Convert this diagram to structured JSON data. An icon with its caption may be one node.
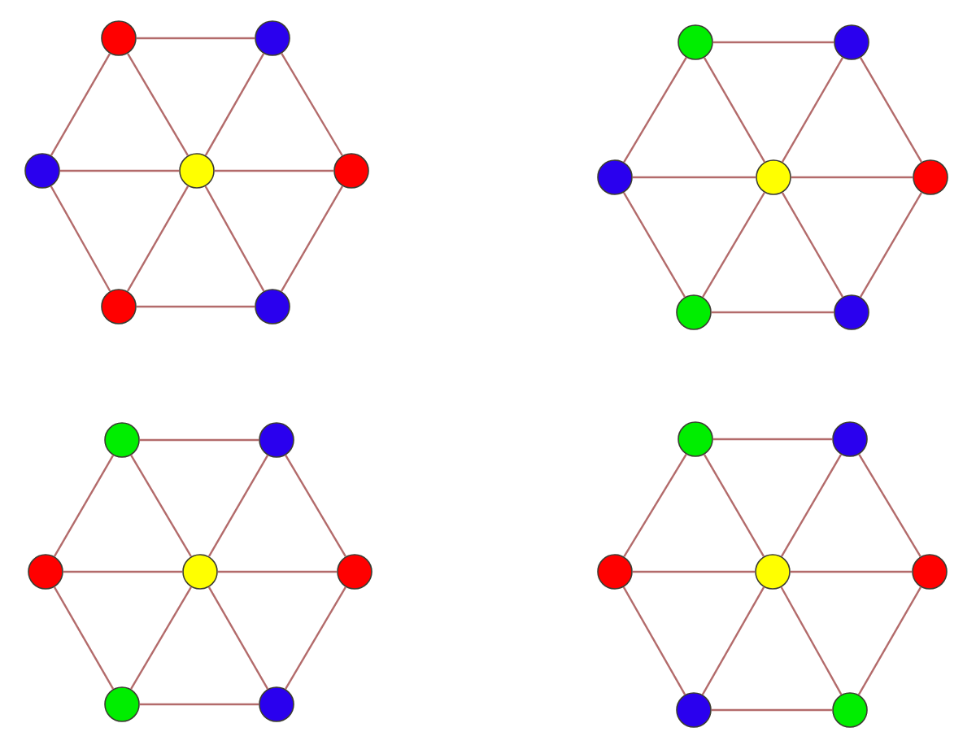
{
  "diagram": {
    "nodes": [
      {
        "text": [],
        "shape": "circle"
      },
      {
        "text": [],
        "shape": "circle"
      },
      {
        "text": [],
        "shape": "circle"
      },
      {
        "text": [],
        "shape": "circle"
      },
      {
        "text": [],
        "shape": "circle"
      },
      {
        "text": [],
        "shape": "circle"
      },
      {
        "text": [],
        "shape": "circle"
      },
      {
        "text": [],
        "shape": "circle"
      },
      {
        "text": [],
        "shape": "circle"
      },
      {
        "text": [],
        "shape": "circle"
      },
      {
        "text": [],
        "shape": "circle"
      },
      {
        "text": [],
        "shape": "circle"
      },
      {
        "text": [],
        "shape": "circle"
      },
      {
        "text": [],
        "shape": "circle"
      },
      {
        "text": [],
        "shape": "circle"
      },
      {
        "text": [],
        "shape": "circle"
      },
      {
        "text": [],
        "shape": "circle"
      },
      {
        "text": [],
        "shape": "circle"
      },
      {
        "text": [],
        "shape": "circle"
      },
      {
        "text": [],
        "shape": "circle"
      },
      {
        "text": [],
        "shape": "circle"
      },
      {
        "text": [],
        "shape": "circle"
      },
      {
        "text": [],
        "shape": "circle"
      },
      {
        "text": [],
        "shape": "circle"
      },
      {
        "text": [],
        "shape": "circle"
      },
      {
        "text": [],
        "shape": "circle"
      },
      {
        "text": [],
        "shape": "circle"
      },
      {
        "text": [],
        "shape": "circle"
      }
    ],
    "edges": [
      {
        "from": 0,
        "to": 1,
        "arrow": "none"
      },
      {
        "from": 0,
        "to": 2,
        "arrow": "none"
      },
      {
        "from": 0,
        "to": 3,
        "arrow": "none"
      },
      {
        "from": 1,
        "to": 3,
        "arrow": "none"
      },
      {
        "from": 1,
        "to": 4,
        "arrow": "none"
      },
      {
        "from": 2,
        "to": 3,
        "arrow": "none"
      },
      {
        "from": 3,
        "to": 4,
        "arrow": "none"
      },
      {
        "from": 2,
        "to": 5,
        "arrow": "none"
      },
      {
        "from": 3,
        "to": 5,
        "arrow": "none"
      },
      {
        "from": 3,
        "to": 6,
        "arrow": "none"
      },
      {
        "from": 4,
        "to": 6,
        "arrow": "none"
      },
      {
        "from": 5,
        "to": 6,
        "arrow": "none"
      },
      {
        "from": 7,
        "to": 8,
        "arrow": "none"
      },
      {
        "from": 7,
        "to": 9,
        "arrow": "none"
      },
      {
        "from": 7,
        "to": 10,
        "arrow": "none"
      },
      {
        "from": 8,
        "to": 10,
        "arrow": "none"
      },
      {
        "from": 8,
        "to": 11,
        "arrow": "none"
      },
      {
        "from": 9,
        "to": 10,
        "arrow": "none"
      },
      {
        "from": 10,
        "to": 11,
        "arrow": "none"
      },
      {
        "from": 9,
        "to": 12,
        "arrow": "none"
      },
      {
        "from": 10,
        "to": 12,
        "arrow": "none"
      },
      {
        "from": 10,
        "to": 13,
        "arrow": "none"
      },
      {
        "from": 11,
        "to": 13,
        "arrow": "none"
      },
      {
        "from": 12,
        "to": 13,
        "arrow": "none"
      },
      {
        "from": 14,
        "to": 15,
        "arrow": "none"
      },
      {
        "from": 14,
        "to": 16,
        "arrow": "none"
      },
      {
        "from": 14,
        "to": 17,
        "arrow": "none"
      },
      {
        "from": 15,
        "to": 17,
        "arrow": "none"
      },
      {
        "from": 15,
        "to": 18,
        "arrow": "none"
      },
      {
        "from": 16,
        "to": 17,
        "arrow": "none"
      },
      {
        "from": 17,
        "to": 18,
        "arrow": "none"
      },
      {
        "from": 16,
        "to": 19,
        "arrow": "none"
      },
      {
        "from": 17,
        "to": 19,
        "arrow": "none"
      },
      {
        "from": 17,
        "to": 20,
        "arrow": "none"
      },
      {
        "from": 18,
        "to": 20,
        "arrow": "none"
      },
      {
        "from": 19,
        "to": 20,
        "arrow": "none"
      },
      {
        "from": 21,
        "to": 22,
        "arrow": "none"
      },
      {
        "from": 21,
        "to": 23,
        "arrow": "none"
      },
      {
        "from": 21,
        "to": 24,
        "arrow": "none"
      },
      {
        "from": 22,
        "to": 24,
        "arrow": "none"
      },
      {
        "from": 22,
        "to": 25,
        "arrow": "none"
      },
      {
        "from": 23,
        "to": 24,
        "arrow": "none"
      },
      {
        "from": 24,
        "to": 25,
        "arrow": "none"
      },
      {
        "from": 23,
        "to": 26,
        "arrow": "none"
      },
      {
        "from": 24,
        "to": 26,
        "arrow": "none"
      },
      {
        "from": 24,
        "to": 27,
        "arrow": "none"
      },
      {
        "from": 25,
        "to": 27,
        "arrow": "none"
      },
      {
        "from": 26,
        "to": 27,
        "arrow": "none"
      }
    ]
  }
}
